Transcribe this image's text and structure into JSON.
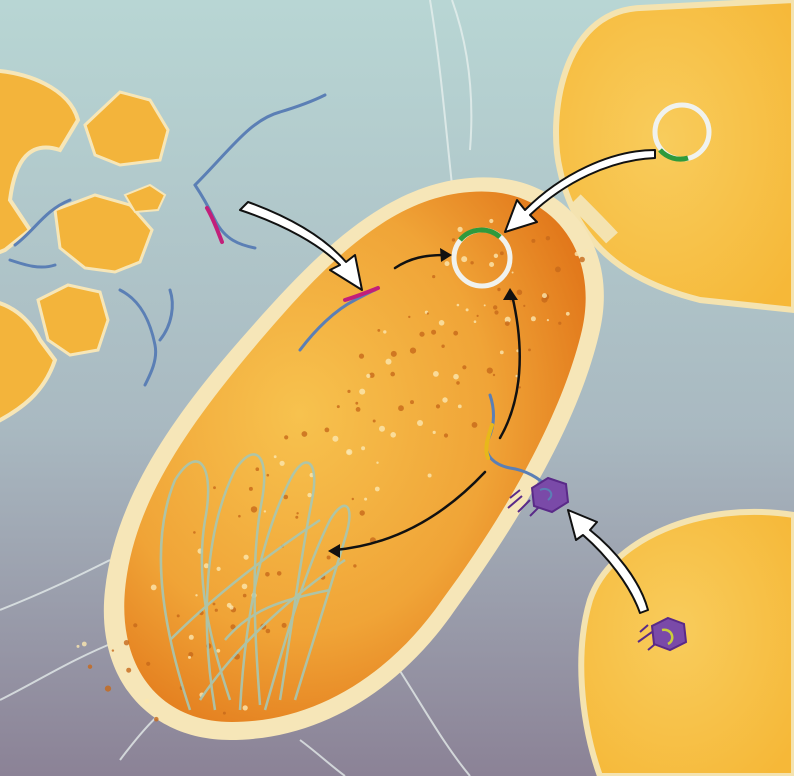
{
  "figure": {
    "cells": {
      "main": {
        "membrane_outer": "#f6e6b8",
        "body_light": "#f7c24e",
        "body_dark": "#dd6a12"
      },
      "neighbor": {
        "body": "#f6b838",
        "outline": "#f4e3b0"
      },
      "lysed": {
        "fragment": "#f3b43b"
      }
    },
    "background": {
      "top": "#b8d6d4",
      "bottom": "#8b8296"
    },
    "dna": {
      "strand": "#5b7fb5",
      "highlight_magenta": "#c21f7a",
      "highlight_yellow": "#e8b81a",
      "nucleoid": "#a7c7b3"
    },
    "plasmid": {
      "ring": "#f0f2ee",
      "marker": "#2f9a3c"
    },
    "phage": {
      "head": "#7a4aa8",
      "tail_fibers": "#5a2a88",
      "dna_inside": "#c9cf3a"
    },
    "arrows": {
      "white_arrow_color": "#ffffff",
      "thin_arrow_color": "#111111",
      "white_arrows": [
        "transformation",
        "conjugation",
        "transduction"
      ],
      "thin_arrows": [
        "dna-to-plasmid",
        "integration-to-plasmid",
        "integration-to-chromosome"
      ]
    }
  }
}
